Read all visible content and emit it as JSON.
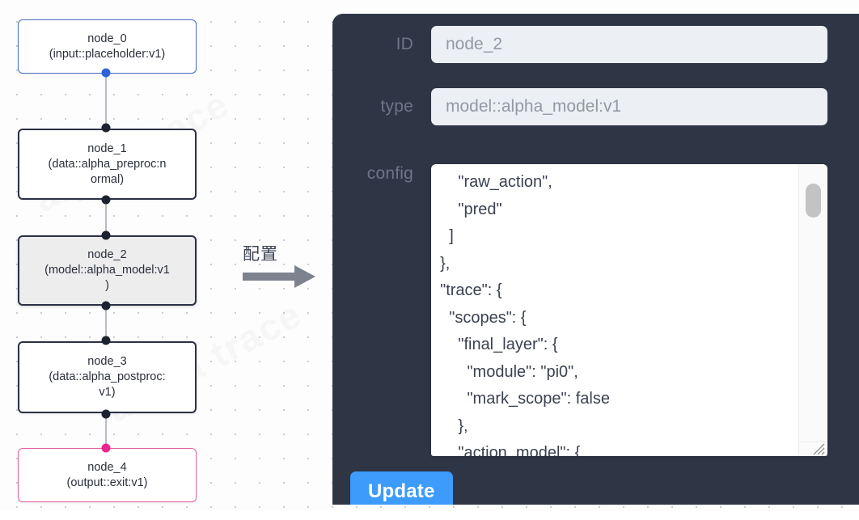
{
  "canvas": {
    "watermark_text": "alpha trace",
    "grid": "dotted"
  },
  "graph": {
    "nodes": [
      {
        "id": "node_0",
        "title": "node_0",
        "subtitle": "(input::placeholder:v1)",
        "kind": "input",
        "selected": false,
        "accent": "#4a6fc4"
      },
      {
        "id": "node_1",
        "title": "node_1",
        "subtitle": "(data::alpha_preproc:n\normal)",
        "kind": "data",
        "selected": false,
        "accent": "#2b3044"
      },
      {
        "id": "node_2",
        "title": "node_2",
        "subtitle": "(model::alpha_model:v1\n)",
        "kind": "model",
        "selected": true,
        "accent": "#2b3044"
      },
      {
        "id": "node_3",
        "title": "node_3",
        "subtitle": "(data::alpha_postproc:\nv1)",
        "kind": "data",
        "selected": false,
        "accent": "#2b3044"
      },
      {
        "id": "node_4",
        "title": "node_4",
        "subtitle": "(output::exit:v1)",
        "kind": "output",
        "selected": false,
        "accent": "#e264a4"
      }
    ],
    "edges": [
      {
        "from": "node_0",
        "to": "node_1"
      },
      {
        "from": "node_1",
        "to": "node_2"
      },
      {
        "from": "node_2",
        "to": "node_3"
      },
      {
        "from": "node_3",
        "to": "node_4"
      }
    ]
  },
  "arrow": {
    "label": "配置",
    "color": "#7c828e"
  },
  "panel": {
    "background": "#2e3545",
    "fields": [
      {
        "key": "id",
        "label": "ID",
        "value": "node_2"
      },
      {
        "key": "type",
        "label": "type",
        "value": "model::alpha_model:v1"
      },
      {
        "key": "config",
        "label": "config",
        "value": ""
      }
    ],
    "config_editor": {
      "label": "config",
      "content": "      \"raw_action\",\n      \"pred\"\n    ]\n  },\n  \"trace\": {\n    \"scopes\": {\n      \"final_layer\": {\n        \"module\": \"pi0\",\n        \"mark_scope\": false\n      },\n      \"action_model\": {",
      "scrollbar_visible": true,
      "resize_handle": true
    },
    "update_button": {
      "label": "Update",
      "color": "#3d9bfb"
    }
  }
}
